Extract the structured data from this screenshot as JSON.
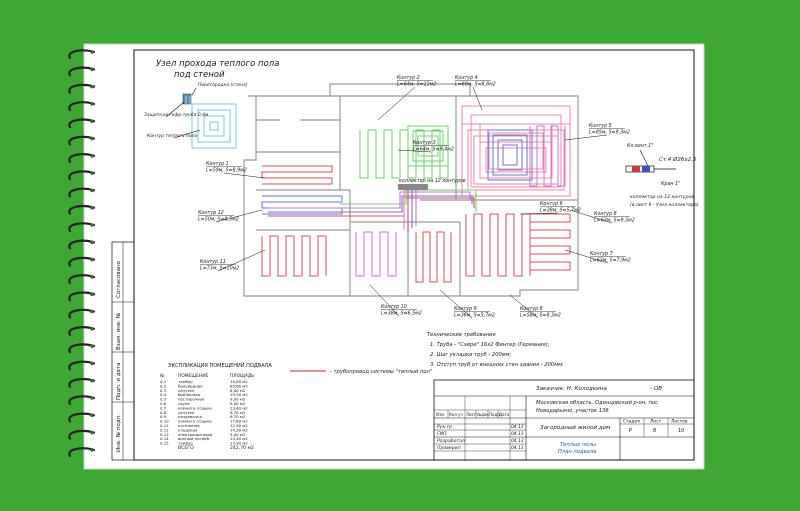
{
  "colors": {
    "background": "#3ea832",
    "paper": "#ffffff",
    "spiral": "#222222",
    "pipe_red": "#d0505a",
    "pipe_green": "#6fcf6f",
    "pipe_magenta": "#d070d8",
    "pipe_blue": "#6a72d8",
    "pipe_pink": "#e88aa8"
  },
  "detail": {
    "title_line1": "Узел прохода теплого пола",
    "title_line2": "под стеной",
    "label_partition": "Перегородка (стена)",
    "label_sleeve": "Защитная гофр-труба 0,4м",
    "label_contour": "Контур теплого пола"
  },
  "contours": [
    {
      "name": "Контур 1",
      "spec": "L=59м, S=8,9м2"
    },
    {
      "name": "Контур 2",
      "spec": "L=64м, S=11м2"
    },
    {
      "name": "Контур 3",
      "spec": "L=64м, S=9,4м2"
    },
    {
      "name": "Контур 4",
      "spec": "L=69м, S=8,8м2"
    },
    {
      "name": "Контур 5",
      "spec": "L=85м, S=9,3м2"
    },
    {
      "name": "Контур 6",
      "spec": "L=38м, S=5,7м2"
    },
    {
      "name": "Контур 7",
      "spec": "L=63м, S=7,9м2"
    },
    {
      "name": "Контур 8",
      "spec": "L=63м, S=9,3м2"
    },
    {
      "name": "Контур 9",
      "spec": "L=36м, S=5,7м2"
    },
    {
      "name": "Контур 10",
      "spec": "L=38м, S=6,5м2"
    },
    {
      "name": "Контур 11",
      "spec": "L=73м, S=10м2"
    },
    {
      "name": "Контур 12",
      "spec": "L=50м, S=8,5м2"
    },
    {
      "name": "Контур 8",
      "spec": "L=58м, S=8,3м2"
    }
  ],
  "collector_label": "коллектор на 12 контуров",
  "collector_detail": {
    "stub_label": "Кл.вент.1\"",
    "pipe_label": "Ст.4 Ø26х2,5",
    "valve_label": "Кран 1\"",
    "caption_line1": "коллектор на 12 контуров",
    "caption_line2": "(в.лист 9 - Узел коллектора)"
  },
  "tech_req": {
    "title": "Технические требования",
    "items": [
      "1. Труба - \"Сэйри\" 16х2 Фентер (Германия);",
      "2. Шаг укладки труб - 200мм;",
      "3. Отступ труб от внешних стен здания - 200мм."
    ]
  },
  "legend": {
    "text": "- трубопровод системы \"теплый пол\""
  },
  "explication": {
    "title": "ЭКСПЛИКАЦИЯ ПОМЕЩЕНИЙ ПОДВАЛА",
    "headers": [
      "№",
      "ПОМЕЩЕНИЕ",
      "ПЛОЩАДЬ"
    ],
    "rows": [
      [
        "0.1",
        "тамбур",
        "19,60 м2"
      ],
      [
        "0.2",
        "бильярдная",
        "65,80 м2"
      ],
      [
        "0.3",
        "санузел",
        "8,00 м2"
      ],
      [
        "0.4",
        "бойлерная",
        "19,50 м2"
      ],
      [
        "0.5",
        "постирочная",
        "9,00 м2"
      ],
      [
        "0.6",
        "сауна",
        "8,00 м2"
      ],
      [
        "0.7",
        "комната отдыха",
        "23,40 м2"
      ],
      [
        "0.8",
        "санузел",
        "6,70 м2"
      ],
      [
        "0.9",
        "раздевалка",
        "6,70 м2"
      ],
      [
        "0.10",
        "комната отдыха",
        "17,60 м2"
      ],
      [
        "0.11",
        "котельная",
        "12,90 м2"
      ],
      [
        "0.12",
        "кладовая",
        "14,30 м2"
      ],
      [
        "0.13",
        "электрощитовая",
        "3,00 м2"
      ],
      [
        "0.14",
        "винный погреб",
        "14,40 м2"
      ],
      [
        "0.15",
        "тамбур",
        "13,90 м2"
      ]
    ],
    "total_label": "ВСЕГО",
    "total_value": "242,70 м2"
  },
  "side_stamp": {
    "col1": "Инв. № подл.",
    "col2": "Подп. и дата",
    "col3": "Взам. инв. №",
    "col4": "Согласовано"
  },
  "title_block": {
    "client": "Заказчик: Н. Колодкина",
    "code": "- ОВ",
    "address_line1": "Московская область, Одинцовский р-он, пос.",
    "address_line2": "Новодарьино, участок 136",
    "col_headers": [
      "Изм",
      "Кол.уч",
      "Лист",
      "№док",
      "Подп",
      "Дата"
    ],
    "roles": [
      "Рук.гр",
      "ГИП",
      "Разработал",
      "Проверил"
    ],
    "date": "04.13",
    "project": "Загородный жилой дом",
    "sheet_title_line1": "Теплые полы",
    "sheet_title_line2": "План подвала",
    "stage_header": "Стадия",
    "sheet_header": "Лист",
    "sheets_header": "Листов",
    "stage": "Р",
    "sheet": "8",
    "sheets": "10"
  }
}
